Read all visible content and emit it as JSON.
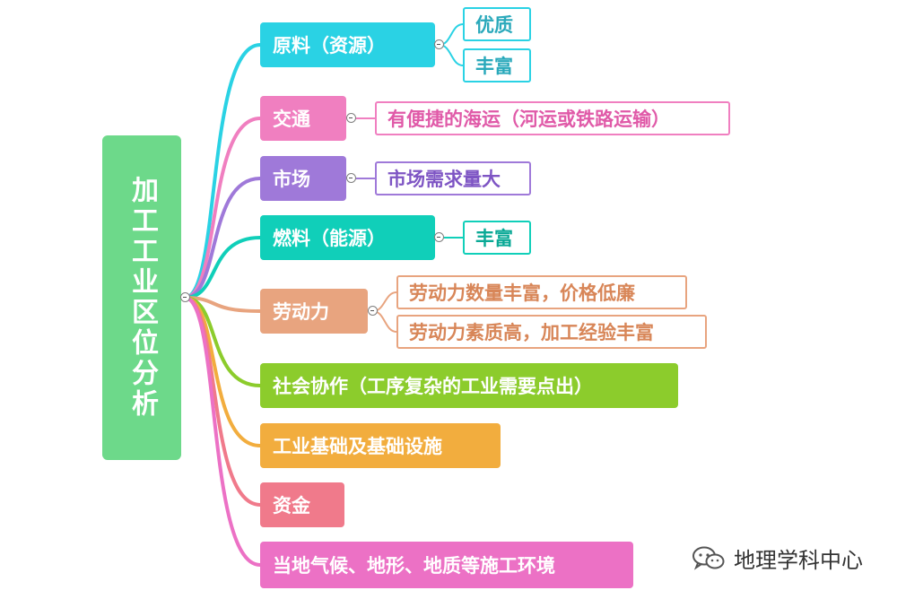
{
  "root": {
    "label": "加工工业区位分析",
    "color": "#6dd98a"
  },
  "branches": [
    {
      "label": "原料（资源）",
      "color": "#2ad2e4",
      "children": [
        "优质",
        "丰富"
      ]
    },
    {
      "label": "交通",
      "color": "#f07fc0",
      "children": [
        "有便捷的海运（河运或铁路运输）"
      ]
    },
    {
      "label": "市场",
      "color": "#9f79d9",
      "children": [
        "市场需求量大"
      ]
    },
    {
      "label": "燃料（能源）",
      "color": "#10cfb9",
      "children": [
        "丰富"
      ]
    },
    {
      "label": "劳动力",
      "color": "#e8a47f",
      "children": [
        "劳动力数量丰富，价格低廉",
        "劳动力素质高，加工经验丰富"
      ]
    },
    {
      "label": "社会协作（工序复杂的工业需要点出）",
      "color": "#8ccc2c",
      "children": []
    },
    {
      "label": "工业基础及基础设施",
      "color": "#f2ad3e",
      "children": []
    },
    {
      "label": "资金",
      "color": "#f07a8b",
      "children": []
    },
    {
      "label": "当地气候、地形、地质等施工环境",
      "color": "#ec71c5",
      "children": []
    }
  ],
  "watermark": {
    "text": "地理学科中心",
    "icon": "wechat-icon"
  }
}
